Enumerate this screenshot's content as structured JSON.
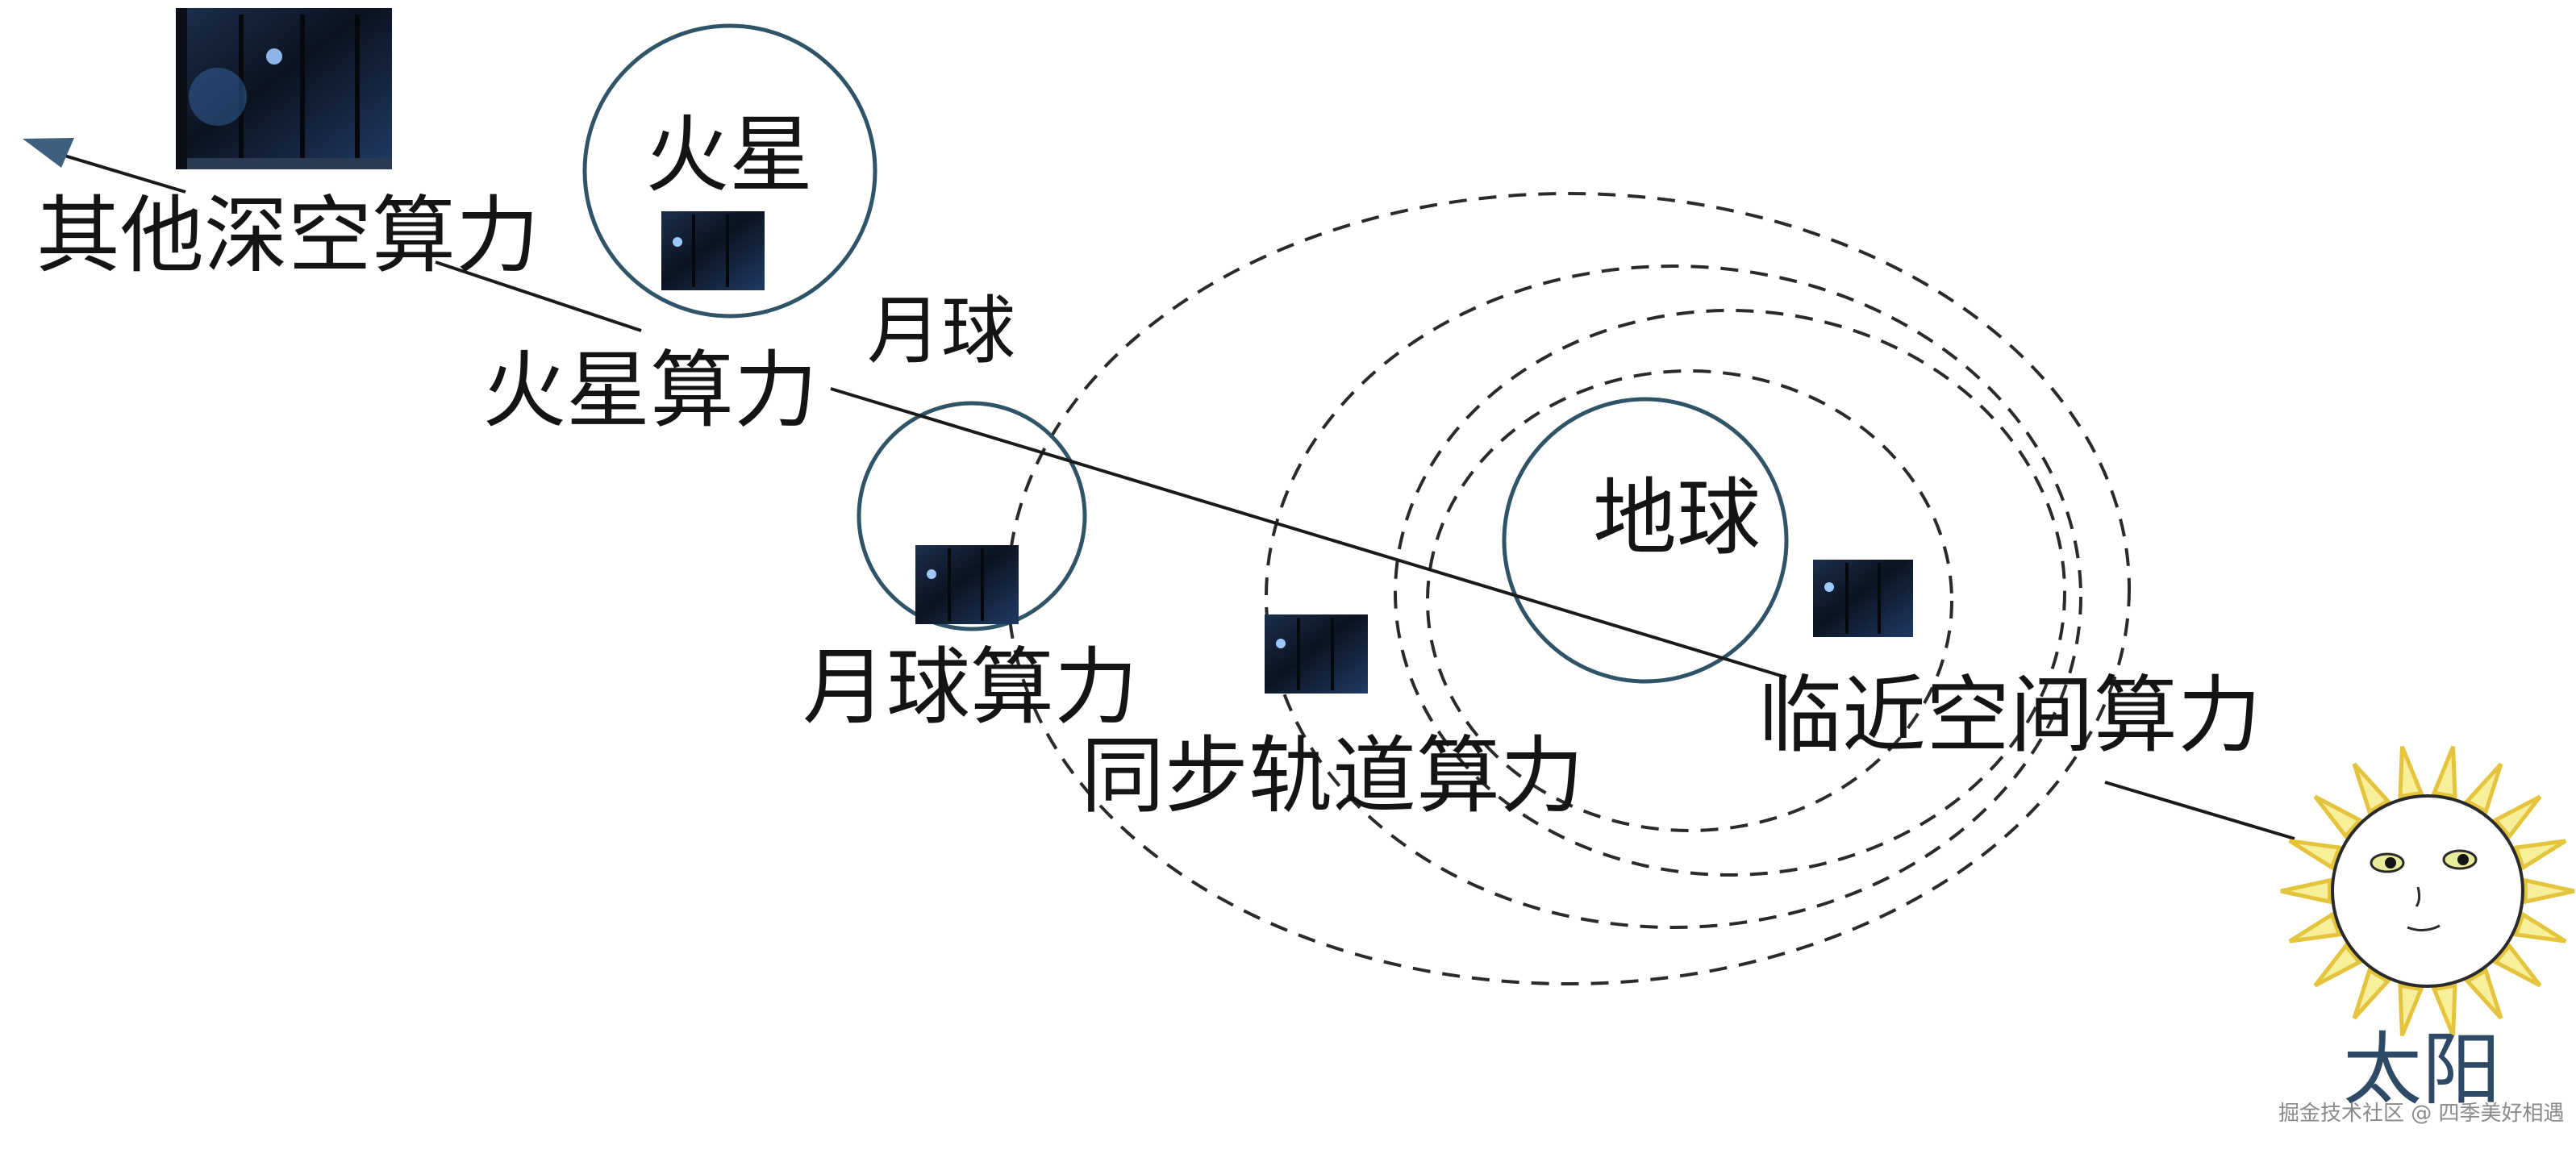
{
  "labels": {
    "mars": "火星",
    "moon": "月球",
    "earth": "地球",
    "sun": "太阳",
    "other_deep_space": "其他深空算力",
    "mars_compute": "火星算力",
    "moon_compute": "月球算力",
    "geo_compute": "同步轨道算力",
    "near_space_compute": "临近空间算力"
  },
  "watermark": "掘金技术社区 @ 四季美好相遇",
  "icons": [
    "server-rack-icon",
    "sun-icon",
    "arrow-icon"
  ],
  "colors": {
    "planet_stroke": "#2f5468",
    "line": "#1a1a1a",
    "orbit": "#2a2a2a",
    "sun_ray": "#e4c43c",
    "sun_ray_fill": "#f7ef9a",
    "server_dark": "#0d1622",
    "server_accent": "#3e6fb5"
  }
}
